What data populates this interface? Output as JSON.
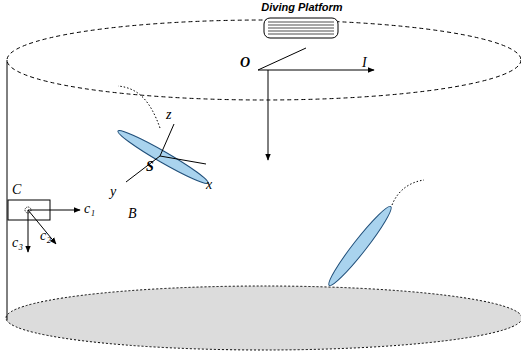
{
  "diagram": {
    "nodes": [
      {
        "text": [
          "Diving Platform"
        ]
      }
    ],
    "labels": [
      "O",
      "I",
      "C",
      "c₁",
      "c₂",
      "c₃",
      "S",
      "z",
      "x",
      "y",
      "B"
    ]
  }
}
